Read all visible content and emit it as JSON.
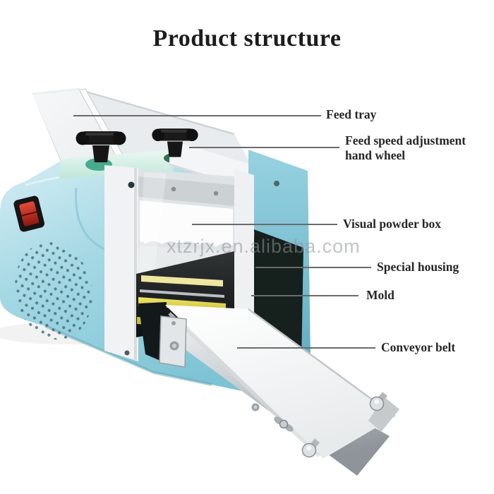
{
  "title": "Product structure",
  "watermark": "xtzrjx.en.alibaba.com",
  "labels": [
    {
      "id": "feed-tray",
      "text": "Feed tray"
    },
    {
      "id": "feed-speed",
      "text": "Feed speed adjustment hand wheel"
    },
    {
      "id": "powder-box",
      "text": "Visual powder box"
    },
    {
      "id": "special-housing",
      "text": "Special housing"
    },
    {
      "id": "mold",
      "text": "Mold"
    },
    {
      "id": "conveyor-belt",
      "text": "Conveyor belt"
    }
  ],
  "machine": {
    "type": "dumpling wrapper machine product-structure diagram",
    "parts": [
      "feed tray",
      "feed speed adjustment hand wheel",
      "visual powder box",
      "special housing",
      "mold",
      "conveyor belt",
      "power switch",
      "vent holes"
    ],
    "colors": {
      "body_blue": "#9fd6e2",
      "body_blue_dark": "#5ca9bf",
      "mint_top": "#c2e8da",
      "knob_black": "#161616",
      "mold_yellow": "#e2d54b",
      "switch_red": "#d2352a",
      "tray_white": "#f2f3f4",
      "belt_white": "#fafbfb",
      "steel_gray": "#a8adb1",
      "callout_line": "#6b6b6b",
      "label_text": "#262626"
    }
  }
}
